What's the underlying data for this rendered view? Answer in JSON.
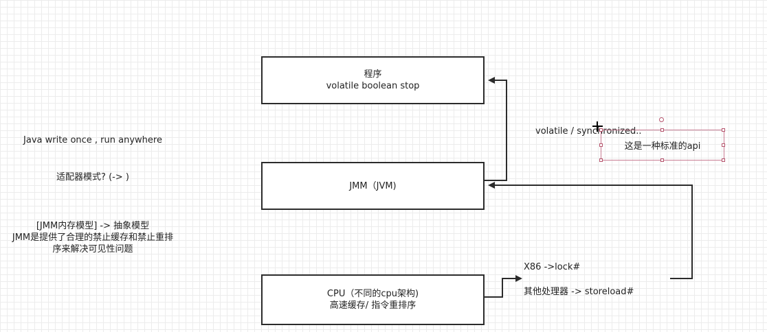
{
  "boxes": {
    "program": {
      "line1": "程序",
      "line2": "volatile boolean stop"
    },
    "jmm": {
      "label": "JMM（JVM)"
    },
    "cpu": {
      "line1": "CPU（不同的cpu架构)",
      "line2": "高速缓存/ 指令重排序"
    }
  },
  "notes": {
    "java": "Java  write once , run anywhere",
    "adapter": "适配器模式? (-> )",
    "jmm_line1": "[JMM内存模型] -> 抽象模型",
    "jmm_line2": "JMM是提供了合理的禁止缓存和禁止重排",
    "jmm_line3": "序来解决可见性问题",
    "volatile": "volatile / synchronized..",
    "x86": "X86  ->lock#",
    "other": "其他处理器 -> storeload#"
  },
  "selected_box": {
    "label": "这是一种标准的api"
  },
  "colors": {
    "stroke": "#2b2b2b",
    "selection": "#b5536c",
    "grid": "#ececec"
  }
}
